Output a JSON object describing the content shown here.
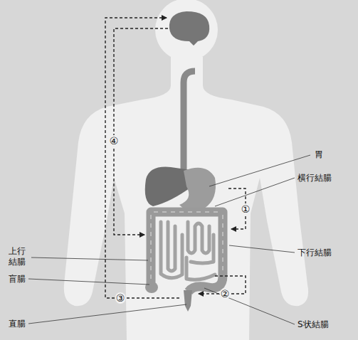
{
  "diagram": {
    "labels": [
      "胃",
      "横行結腸",
      "①",
      "上行 結腸",
      "下行結腸",
      "④",
      "盲腸",
      "③",
      "②",
      "直腸",
      "S状結腸"
    ]
  }
}
